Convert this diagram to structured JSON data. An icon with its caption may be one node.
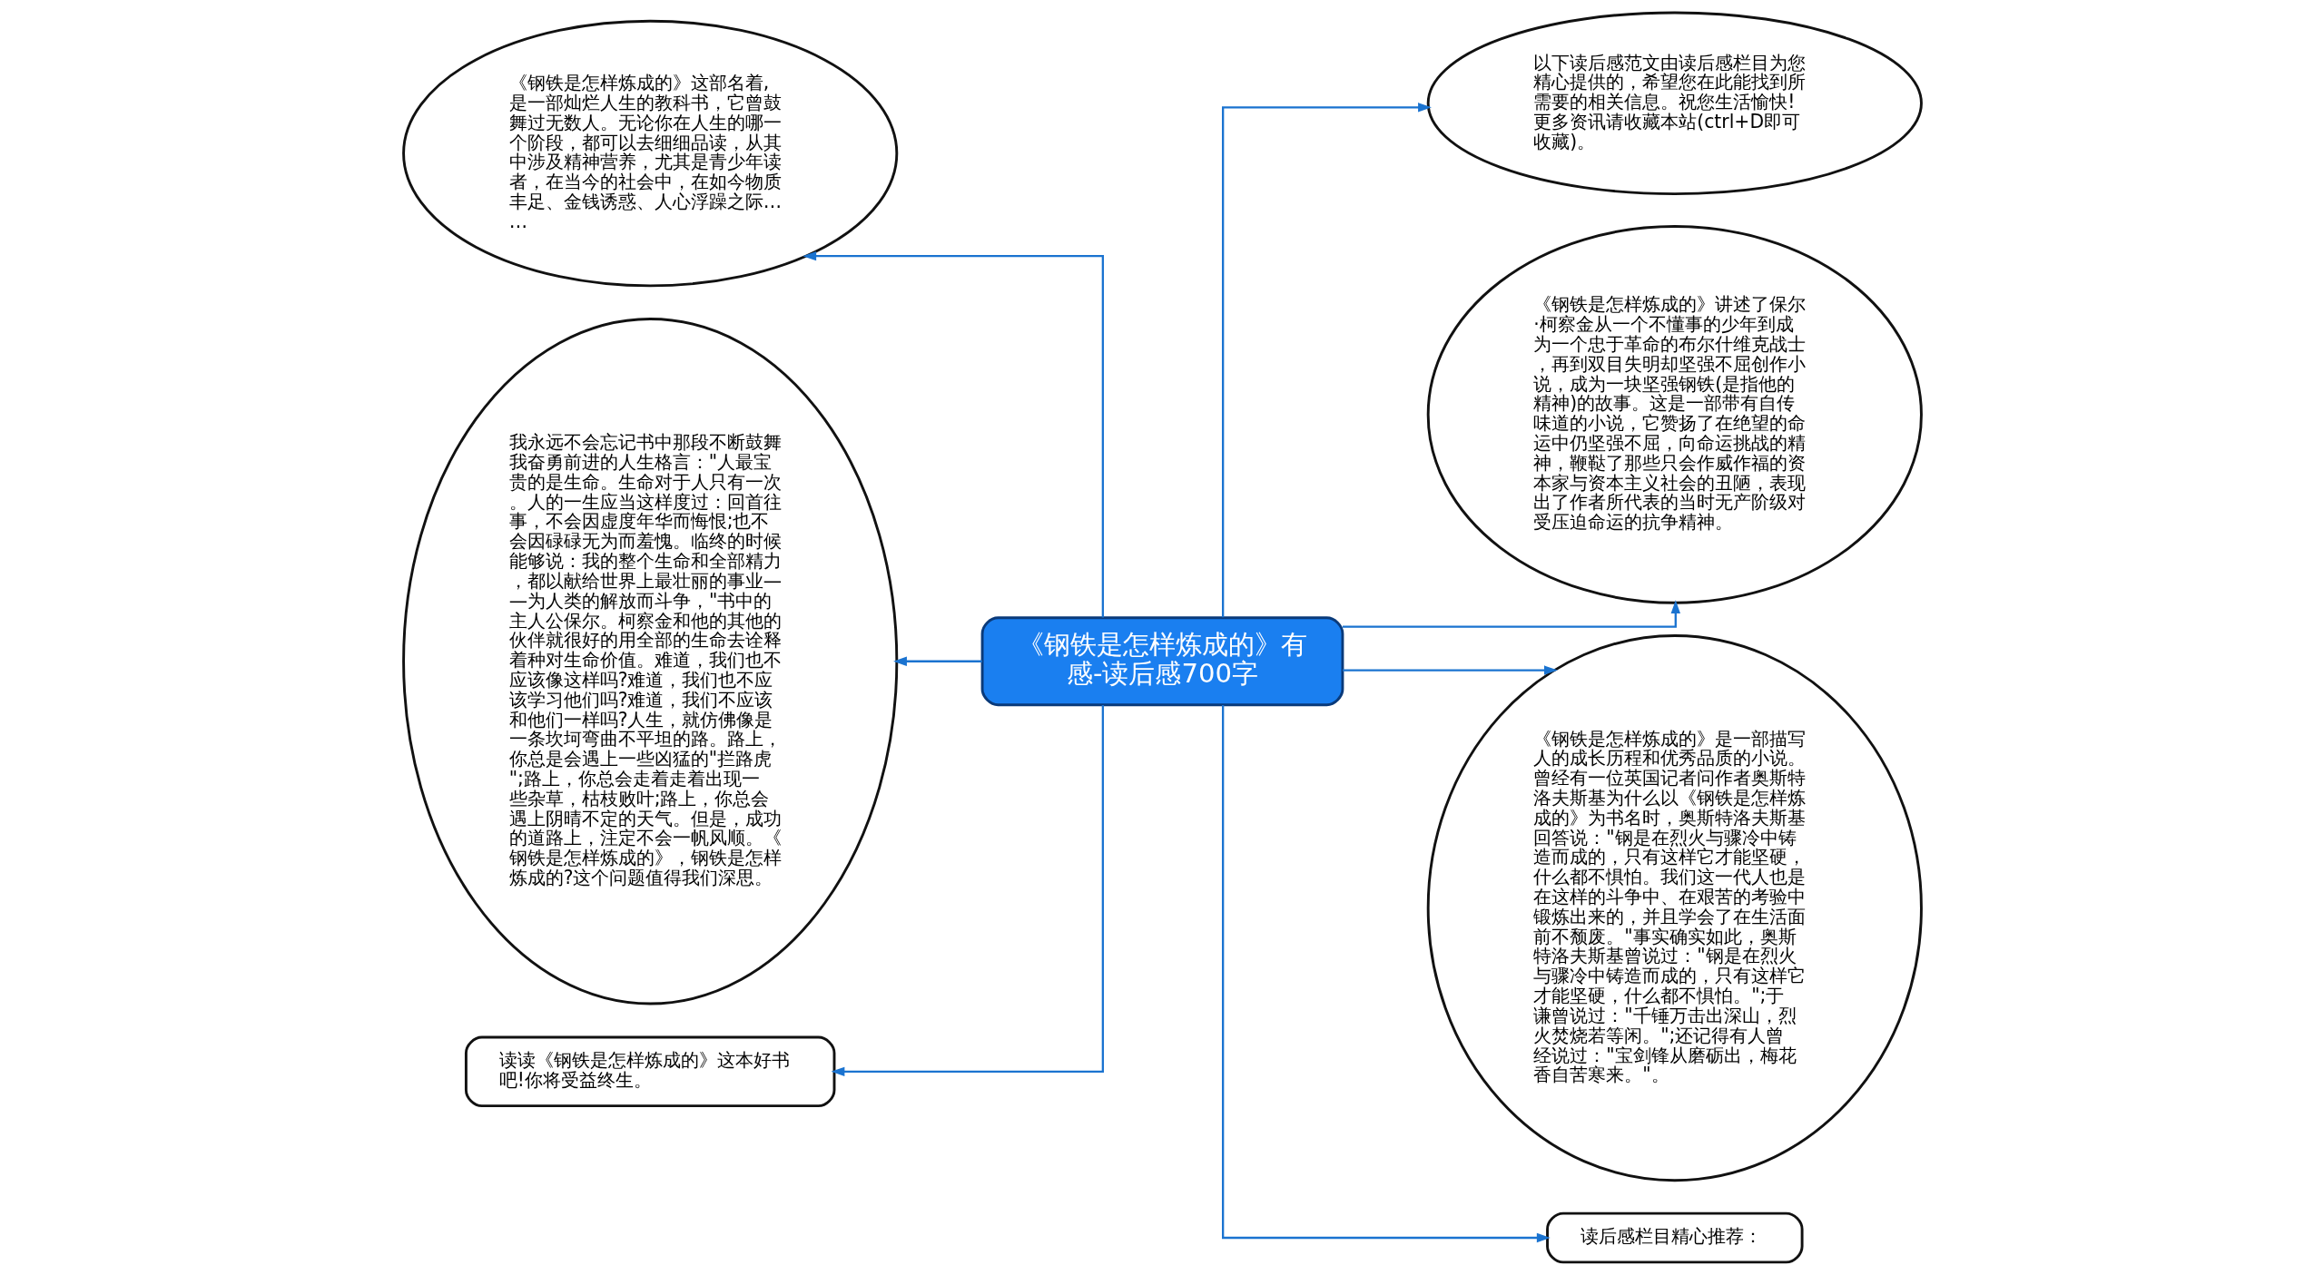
{
  "diagram": {
    "nodes": [
      {
        "text": [
          "《钢铁是怎样炼成的》有感-读后感700字"
        ]
      },
      {
        "text": [
          "《钢铁是怎样炼成的》这部名着,是一部灿烂人生的教科书，它曾鼓舞过无数人。无论你在人生的哪一个阶段，都可以去细细品读，从其中涉及精神营养，尤其是青少年读者，在当今的社会中，在如今物质丰足、金钱诱惑、人心浮躁之际……"
        ]
      },
      {
        "text": [
          "我永远不会忘记书中那段不断鼓舞我奋勇前进的人生格言：\"人最宝贵的是生命。生命对于人只有一次。人的一生应当这样度过：回首往事，不会因虚度年华而悔恨;也不会因碌碌无为而羞愧。临终的时候能够说：我的整个生命和全部精力，都以献给世界上最壮丽的事业——为人类的解放而斗争，\"书中的主人公保尔。柯察金和他的其他的伙伴就很好的用全部的生命去诠释着种对生命价值。难道，我们也不应该像这样吗?难道，我们也不应该学习他们吗?难道，我们不应该和他们一样吗?人生，就仿佛像是一条坎坷弯曲不平坦的路。路上，你总是会遇上一些凶猛的\"拦路虎\";路上，你总会走着走着出现一些杂草，枯枝败叶;路上，你总会遇上阴晴不定的天气。但是，成功的道路上，注定不会一帆风顺。《钢铁是怎样炼成的》，钢铁是怎样炼成的?这个问题值得我们深思。"
        ]
      },
      {
        "text": [
          "读读《钢铁是怎样炼成的》这本好书吧!你将受益终生。"
        ]
      },
      {
        "text": [
          "以下读后感范文由读后感栏目为您精心提供的，希望您在此能找到所需要的相关信息。祝您生活愉快!更多资讯请收藏本站(ctrl+D即可收藏)。"
        ]
      },
      {
        "text": [
          "《钢铁是怎样炼成的》讲述了保尔·柯察金从一个不懂事的少年到成为一个忠于革命的布尔什维克战士，再到双目失明却坚强不屈创作小说，成为一块坚强钢铁(是指他的精神)的故事。这是一部带有自传味道的小说，它赞扬了在绝望的命运中仍坚强不屈，向命运挑战的精神，鞭鞑了那些只会作威作福的资本家与资本主义社会的丑陋，表现出了作者所代表的当时无产阶级对受压迫命运的抗争精神。"
        ]
      },
      {
        "text": [
          "《钢铁是怎样炼成的》是一部描写人的成长历程和优秀品质的小说。曾经有一位英国记者问作者奥斯特洛夫斯基为什么以《钢铁是怎样炼成的》为书名时，奥斯特洛夫斯基回答说：\"钢是在烈火与骤冷中铸造而成的，只有这样它才能坚硬，什么都不惧怕。我们这一代人也是在这样的斗争中、在艰苦的考验中锻炼出来的，并且学会了在生活面前不颓废。\"事实确实如此，奥斯特洛夫斯基曾说过：\"钢是在烈火与骤冷中铸造而成的，只有这样它才能坚硬，什么都不惧怕。\";于谦曾说过：\"千锤万击出深山，烈火焚烧若等闲。\";还记得有人曾经说过：\"宝剑锋从磨砺出，梅花香自苦寒来。\"。"
        ]
      },
      {
        "text": [
          "读后感栏目精心推荐："
        ]
      }
    ],
    "edges": [
      {
        "from": 0,
        "to": 1,
        "arrow": "to"
      },
      {
        "from": 0,
        "to": 2,
        "arrow": "to"
      },
      {
        "from": 0,
        "to": 3,
        "arrow": "to"
      },
      {
        "from": 0,
        "to": 4,
        "arrow": "to"
      },
      {
        "from": 0,
        "to": 5,
        "arrow": "to"
      },
      {
        "from": 0,
        "to": 6,
        "arrow": "to"
      },
      {
        "from": 0,
        "to": 7,
        "arrow": "to"
      }
    ]
  }
}
